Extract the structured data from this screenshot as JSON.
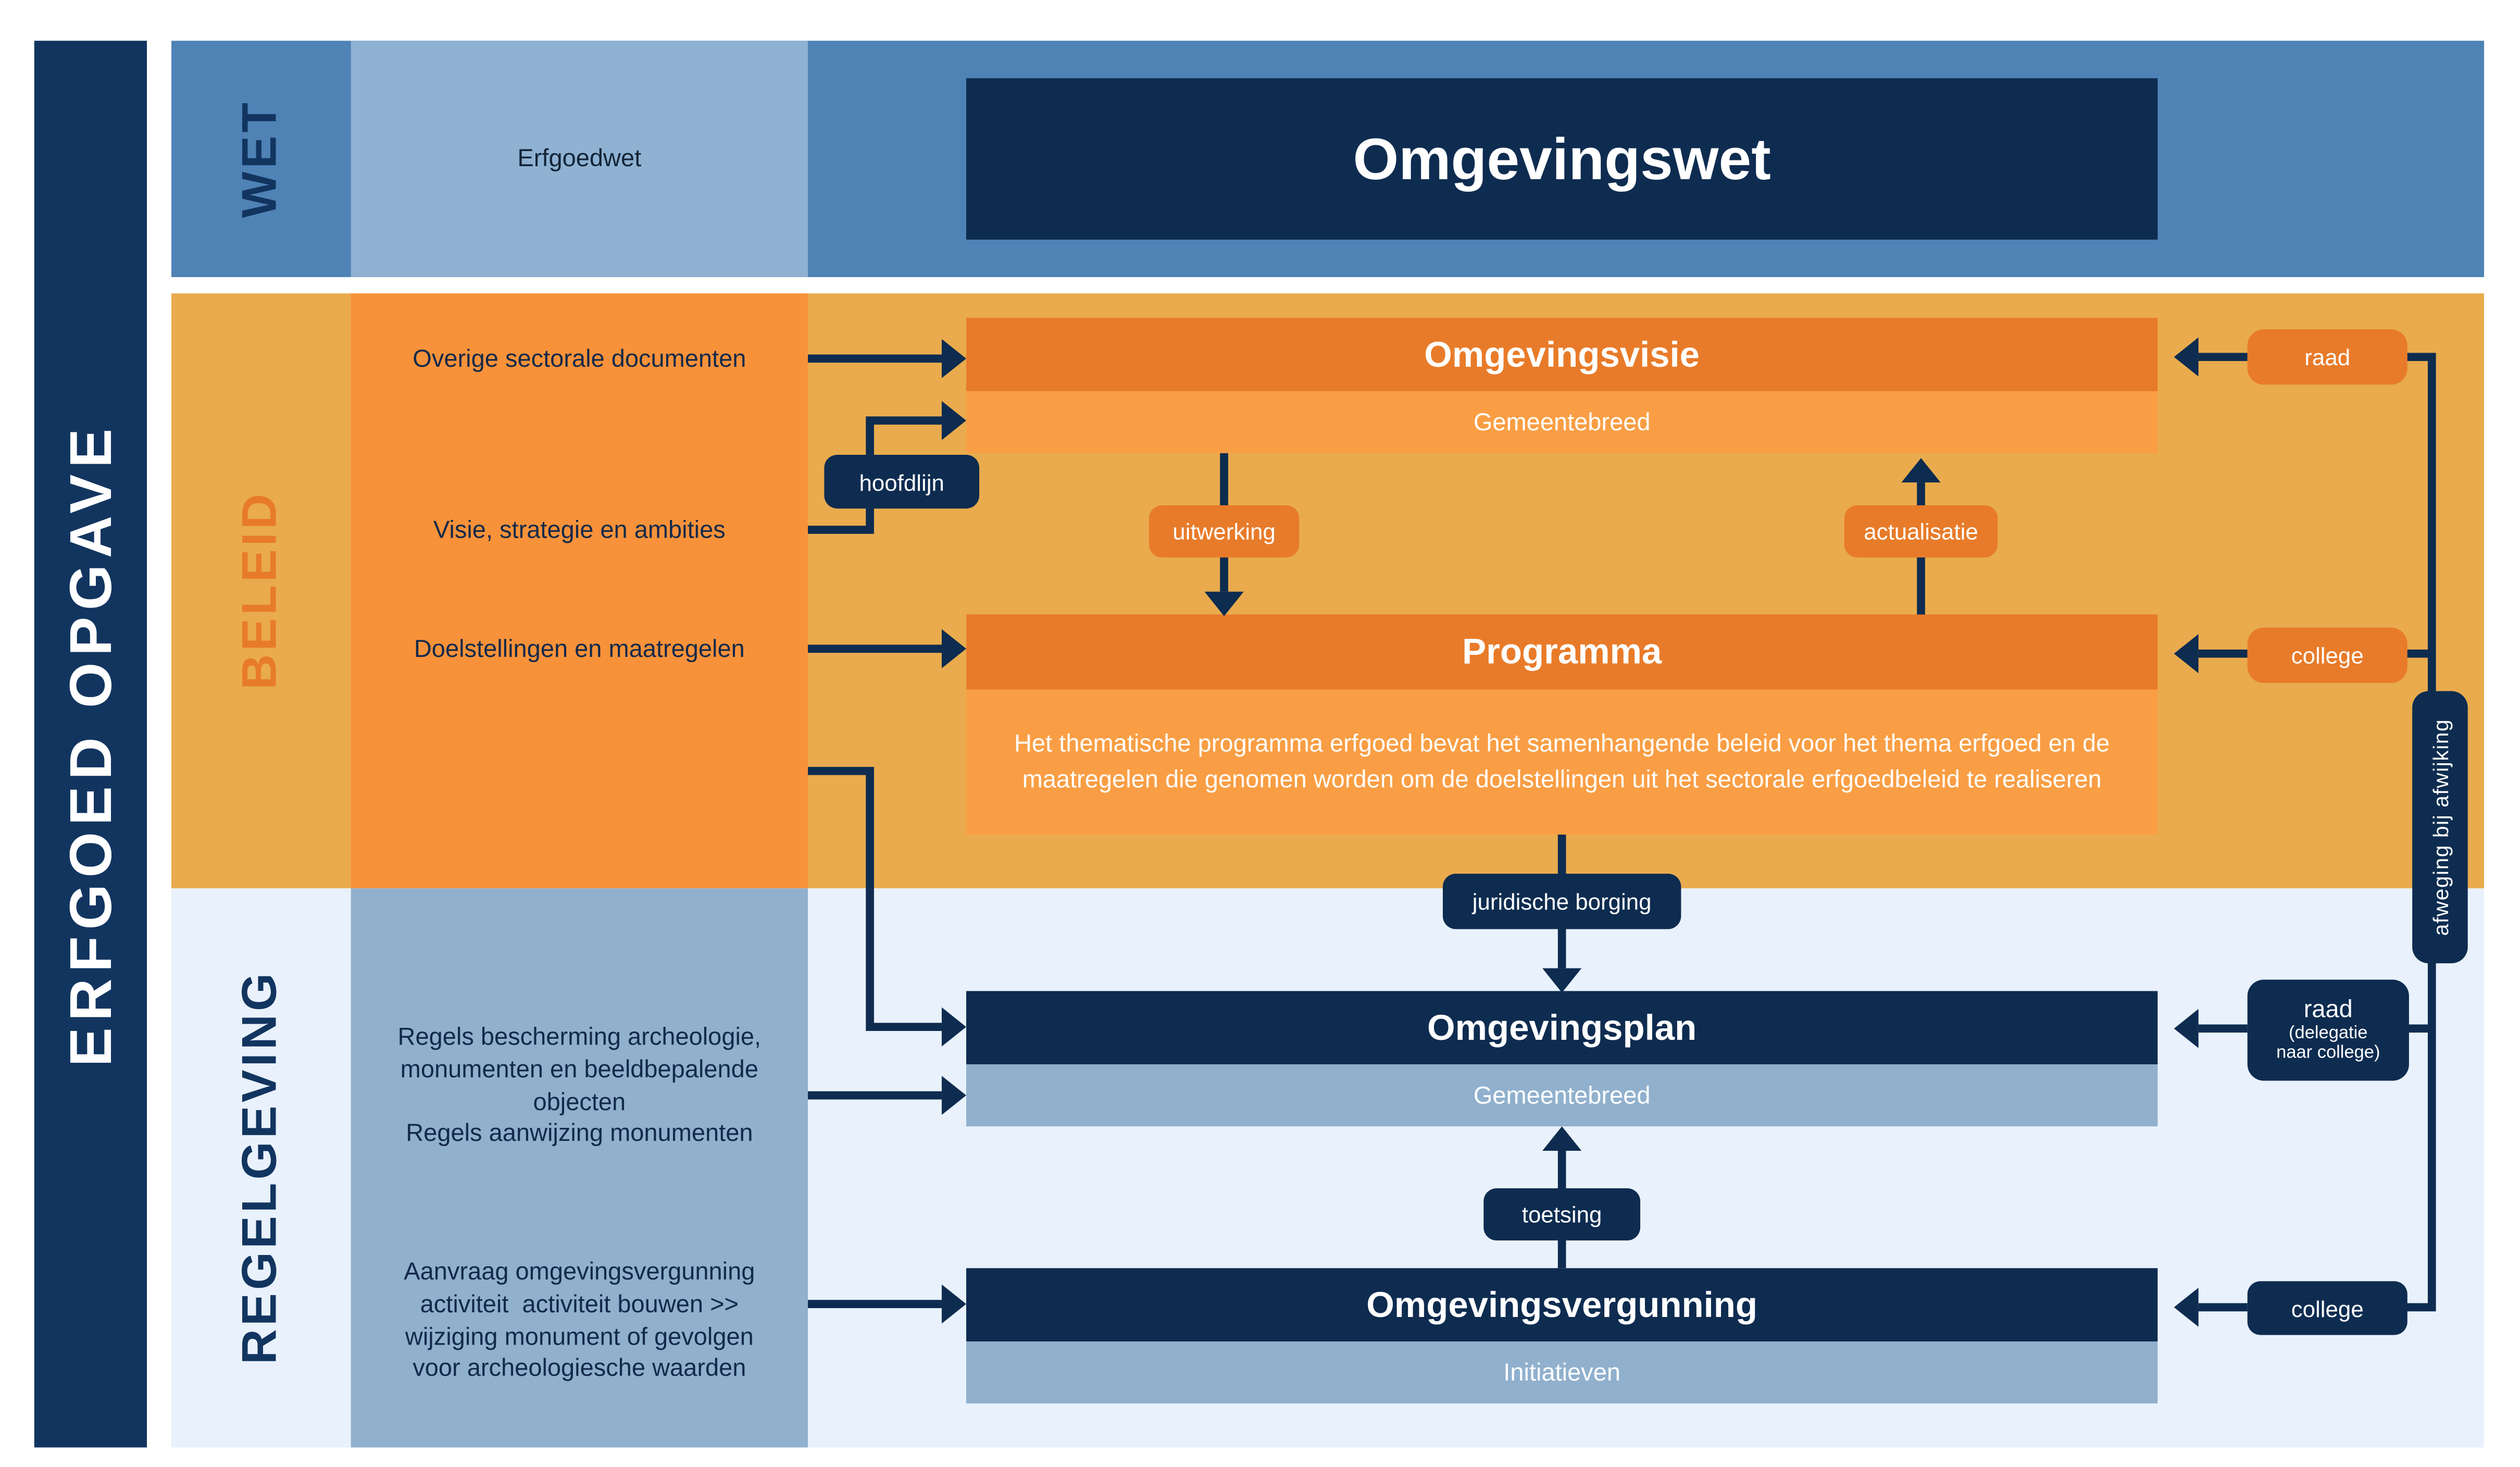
{
  "diagram_title": "ERFGOED OPGAVE",
  "sections": {
    "wet": {
      "label": "WET",
      "erfgoedwet_label": "Erfgoedwet",
      "omgevingswet_title": "Omgevingswet"
    },
    "beleid": {
      "label": "BELEID",
      "source_items": [
        {
          "label": "Overige sectorale documenten"
        },
        {
          "label": "Visie, strategie en ambities"
        },
        {
          "label": "Doelstellingen en maatregelen"
        }
      ],
      "omgevingsvisie": {
        "title": "Omgevingsvisie",
        "scope": "Gemeentebreed"
      },
      "programma": {
        "title": "Programma",
        "description": "Het thematische programma erfgoed bevat het samenhangende beleid voor het thema erfgoed en de maatregelen die genomen worden om de doelstellingen uit het sectorale erfgoedbeleid te realiseren"
      },
      "connector_badges": {
        "hoofdlijn": "hoofdlijn",
        "uitwerking": "uitwerking",
        "actualisatie": "actualisatie"
      },
      "authority_badges": {
        "raad": "raad",
        "college": "college"
      }
    },
    "regelgeving": {
      "label": "REGELGEVING",
      "source_items": [
        {
          "label": "Regels bescherming archeologie, monumenten en beeldbepalende objecten\nRegels aanwijzing monumenten"
        },
        {
          "label": "Aanvraag omgevingsvergunning\nactiviteit  activiteit bouwen >>\nwijziging monument of gevolgen\nvoor archeologiesche waarden"
        }
      ],
      "omgevingsplan": {
        "title": "Omgevingsplan",
        "scope": "Gemeentebreed"
      },
      "omgevingsvergunning": {
        "title": "Omgevingsvergunning",
        "scope": "Initiatieven"
      },
      "connector_badges": {
        "juridische_borging": "juridische borging",
        "toetsing": "toetsing"
      },
      "authority_badges": {
        "raad_delegatie_line1": "raad",
        "raad_delegatie_line2": "(delegatie naar college)",
        "college": "college"
      }
    }
  },
  "right_rail": {
    "afweging_label": "afweging bij afwijking"
  },
  "colors": {
    "navy": "#0e2c50",
    "navy_bar": "#123560",
    "wet_band_blue": "#4f82b5",
    "erfgoedwet_box_blue": "#8fb2d2",
    "blue_gray": "#90b0cd",
    "beleid_amber": "#e9ab4d",
    "orange_bright": "#f8923a",
    "orange_soft": "#f99e44",
    "orange_dark": "#e87b29",
    "regelgeving_bg": "#e9f1fc"
  }
}
